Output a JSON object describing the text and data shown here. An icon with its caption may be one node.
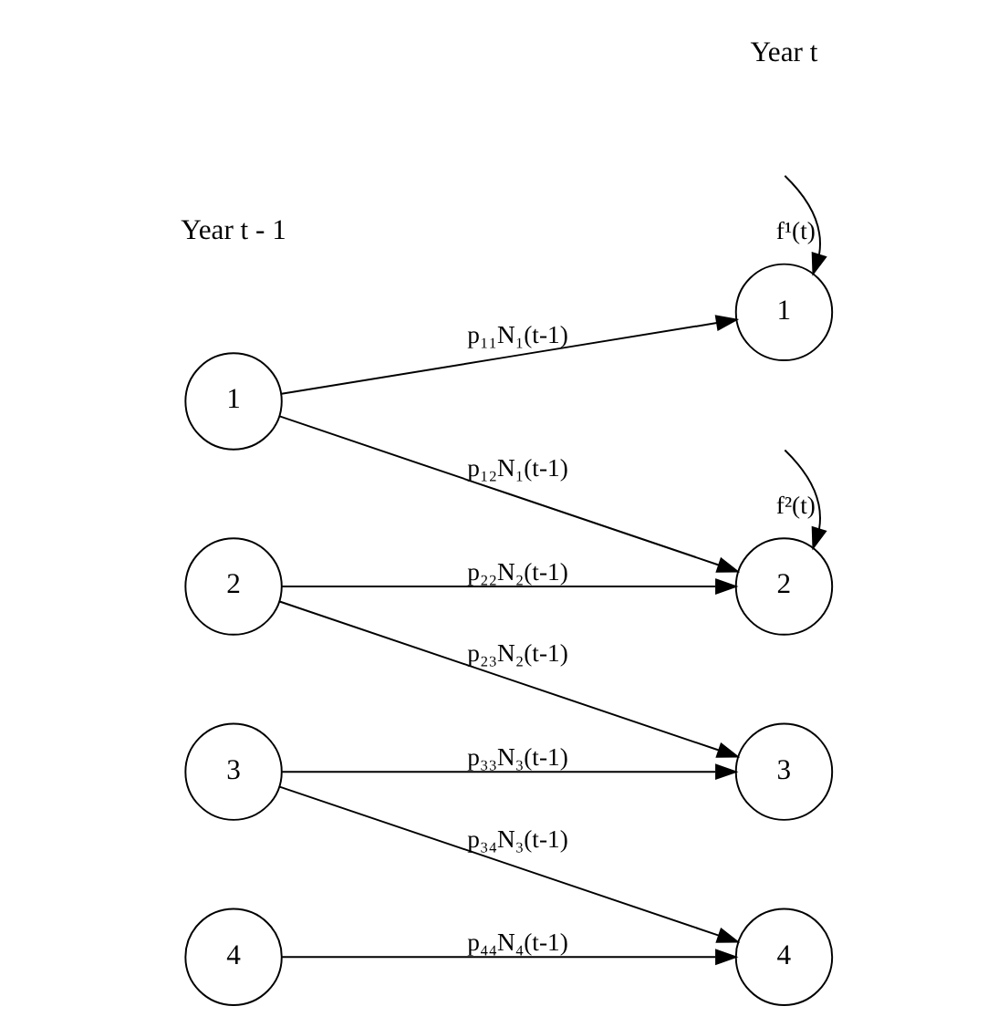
{
  "diagram": {
    "nodes": [
      {
        "text": [
          "1"
        ]
      },
      {
        "text": [
          "2"
        ]
      },
      {
        "text": [
          "3"
        ]
      },
      {
        "text": [
          "4"
        ]
      },
      {
        "text": [
          "1"
        ]
      },
      {
        "text": [
          "2"
        ]
      },
      {
        "text": [
          "3"
        ]
      },
      {
        "text": [
          "4"
        ]
      }
    ],
    "edges": [
      {
        "from": 0,
        "to": 4,
        "arrow": "to",
        "label": "p₁₁N₁(t-1)"
      },
      {
        "from": 0,
        "to": 5,
        "arrow": "to",
        "label": "p₁₂N₁(t-1)"
      },
      {
        "from": 1,
        "to": 5,
        "arrow": "to",
        "label": "p₂₂N₂(t-1)"
      },
      {
        "from": 1,
        "to": 6,
        "arrow": "to",
        "label": "p₂₃N₂(t-1)"
      },
      {
        "from": 2,
        "to": 6,
        "arrow": "to",
        "label": "p₃₃N₃(t-1)"
      },
      {
        "from": 2,
        "to": 7,
        "arrow": "to",
        "label": "p₃₄N₃(t-1)"
      },
      {
        "from": 3,
        "to": 7,
        "arrow": "to",
        "label": "p₄₄N₄(t-1)"
      },
      {
        "from": null,
        "to": 4,
        "arrow": "to",
        "label": "f¹(t)"
      },
      {
        "from": null,
        "to": 5,
        "arrow": "to",
        "label": "f²(t)"
      }
    ],
    "labels": [
      "Year t - 1",
      "Year t"
    ]
  }
}
